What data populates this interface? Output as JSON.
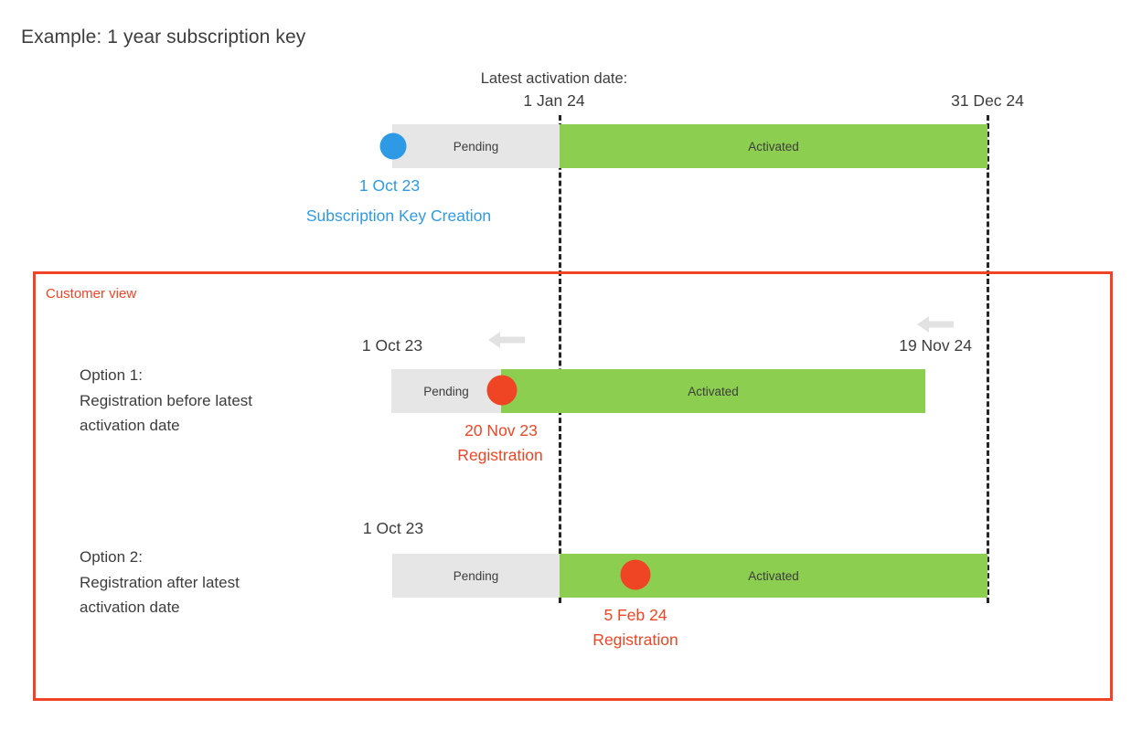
{
  "title": "Example: 1 year subscription key",
  "colors": {
    "pending": "#e6e6e6",
    "activated": "#8cce4f",
    "creation_dot": "#2e9ae5",
    "registration_dot": "#ef4524",
    "customer_view_border": "#ef4524",
    "guide_line": "#252525",
    "arrow": "#e2e2e2",
    "text": "#3d3d3d"
  },
  "labels": {
    "pending": "Pending",
    "activated": "Activated"
  },
  "guides": {
    "latest_activation_caption": "Latest activation date:",
    "latest_activation_date": "1 Jan 24",
    "key_expiry_date": "31 Dec 24"
  },
  "top_timeline": {
    "start_date": "1 Oct 23",
    "start_event": "Subscription Key Creation",
    "pending_label": "Pending",
    "activated_label": "Activated"
  },
  "customer_view": {
    "label": "Customer view",
    "options": [
      {
        "heading": "Option 1:",
        "description_line1": "Registration before latest",
        "description_line2": "activation date",
        "start_date": "1 Oct 23",
        "end_date": "19 Nov 24",
        "pending_label": "Pending",
        "activated_label": "Activated",
        "event_date": "20 Nov 23",
        "event_label": "Registration"
      },
      {
        "heading": "Option 2:",
        "description_line1": "Registration after latest",
        "description_line2": "activation date",
        "start_date": "1 Oct 23",
        "end_date": "",
        "pending_label": "Pending",
        "activated_label": "Activated",
        "event_date": "5 Feb 24",
        "event_label": "Registration"
      }
    ]
  }
}
